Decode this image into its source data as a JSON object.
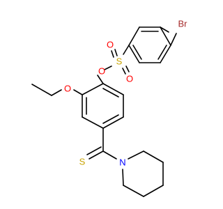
{
  "colors": {
    "bond": "#000000",
    "bromine": "#a52a2a",
    "oxygen": "#ff0000",
    "sulfur": "#c8a300",
    "nitrogen": "#0000ff"
  },
  "atoms": {
    "br": {
      "label": "Br",
      "element": "bromine"
    },
    "s_sulfonyl": {
      "label": "S",
      "element": "sulfur"
    },
    "o_sulfonyl_1": {
      "label": "O",
      "element": "oxygen"
    },
    "o_sulfonyl_2": {
      "label": "O",
      "element": "oxygen"
    },
    "o_ester": {
      "label": "O",
      "element": "oxygen"
    },
    "o_ethoxy": {
      "label": "O",
      "element": "oxygen"
    },
    "s_thione": {
      "label": "S",
      "element": "sulfur"
    },
    "n_piperidine": {
      "label": "N",
      "element": "nitrogen"
    }
  }
}
